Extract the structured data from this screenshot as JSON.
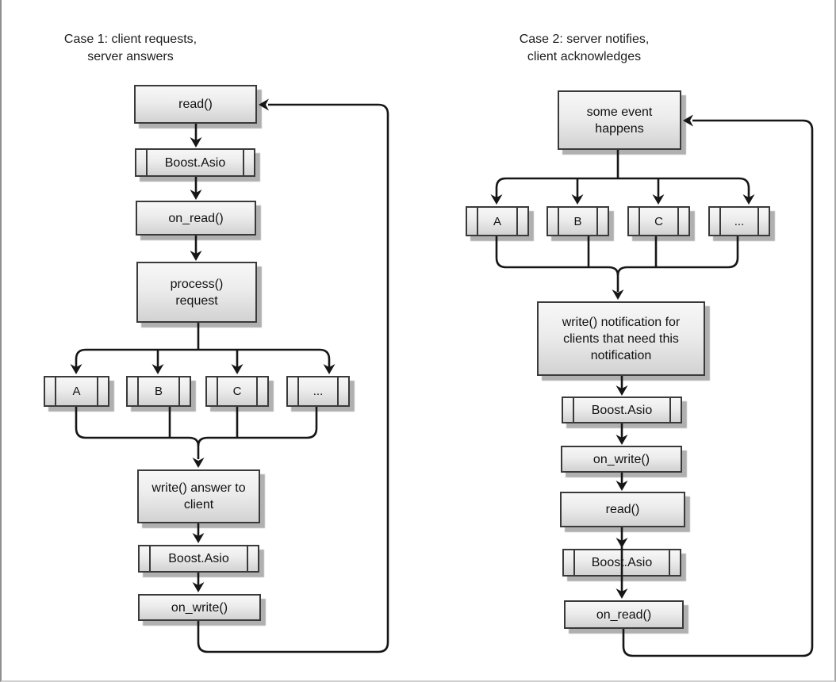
{
  "colors": {
    "node_border": "#3a3a3a",
    "node_fill_top": "#f7f7f7",
    "node_fill_bottom": "#d2d2d2",
    "node_shadow": "#b0b0b0",
    "connector": "#161616",
    "background": "#ffffff"
  },
  "case1": {
    "title": {
      "line1": "Case 1: client requests,",
      "line2": "server answers"
    },
    "nodes": {
      "read": {
        "label": "read()"
      },
      "boost_top": {
        "label": "Boost.Asio"
      },
      "on_read": {
        "label": "on_read()"
      },
      "process": {
        "line1": "process()",
        "line2": "request"
      },
      "handler_a": {
        "label": "A"
      },
      "handler_b": {
        "label": "B"
      },
      "handler_c": {
        "label": "C"
      },
      "handler_more": {
        "label": "..."
      },
      "write_answer": {
        "line1": "write() answer to",
        "line2": "client"
      },
      "boost_bottom": {
        "label": "Boost.Asio"
      },
      "on_write": {
        "label": "on_write()"
      }
    }
  },
  "case2": {
    "title": {
      "line1": "Case 2: server notifies,",
      "line2": "client acknowledges"
    },
    "nodes": {
      "some_event": {
        "line1": "some event",
        "line2": "happens"
      },
      "handler_a": {
        "label": "A"
      },
      "handler_b": {
        "label": "B"
      },
      "handler_c": {
        "label": "C"
      },
      "handler_more": {
        "label": "..."
      },
      "write_notification": {
        "line1": "write() notification for",
        "line2": "clients that need this",
        "line3": "notification"
      },
      "boost_top": {
        "label": "Boost.Asio"
      },
      "on_write": {
        "label": "on_write()"
      },
      "read": {
        "label": "read()"
      },
      "boost_bottom": {
        "label": "Boost.Asio"
      },
      "on_read": {
        "label": "on_read()"
      }
    }
  }
}
